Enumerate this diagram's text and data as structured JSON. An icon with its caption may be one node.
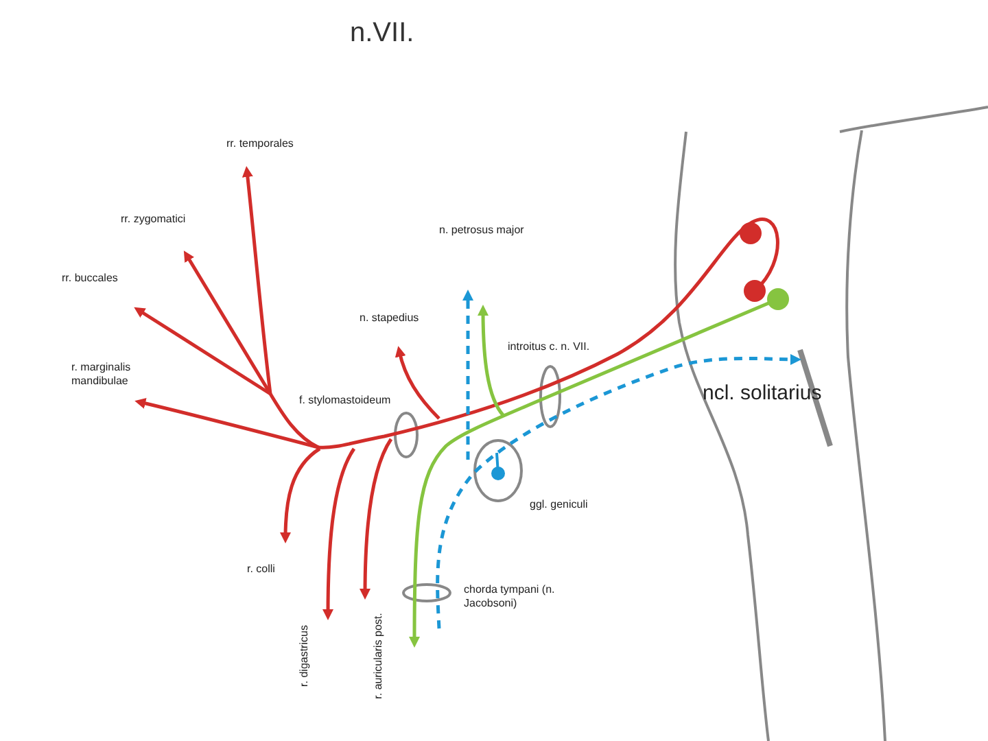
{
  "diagram": {
    "title": "n.VII.",
    "labels": [
      "rr. temporales",
      "rr. zygomatici",
      "n. petrosus major",
      "rr. buccales",
      "n. stapedius",
      "introitus c. n. VII.",
      "r. marginalis mandibulae",
      "f. stylomastoideum",
      "ncl. solitarius",
      "ggl. geniculi",
      "r. colli",
      "chorda tympani (n. Jacobsoni)",
      "r. digastricus",
      "r. auricularis post."
    ]
  }
}
